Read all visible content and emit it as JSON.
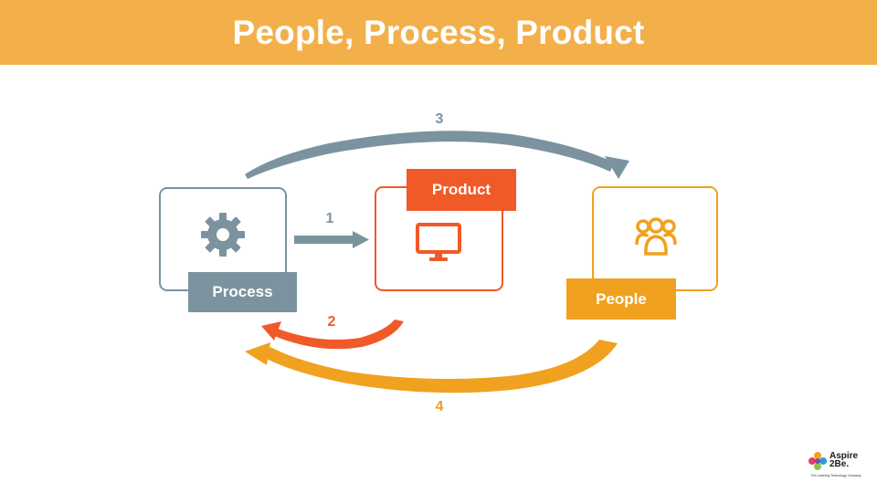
{
  "title": "People, Process, Product",
  "nodes": {
    "process": {
      "label": "Process",
      "icon": "gear-icon",
      "color": "#7b939f"
    },
    "product": {
      "label": "Product",
      "icon": "monitor-icon",
      "color": "#f05a28"
    },
    "people": {
      "label": "People",
      "icon": "people-group-icon",
      "color": "#f0a11f"
    }
  },
  "edges": [
    {
      "number": "1",
      "from": "process",
      "to": "product",
      "color": "#7b939f"
    },
    {
      "number": "2",
      "from": "product",
      "to": "process",
      "color": "#f05a28"
    },
    {
      "number": "3",
      "from": "process",
      "to": "people",
      "color": "#7b939f"
    },
    {
      "number": "4",
      "from": "people",
      "to": "process",
      "color": "#f0a11f"
    }
  ],
  "colors": {
    "header": "#f3b04a",
    "background": "#ffffff"
  },
  "logo": {
    "line1": "Aspire",
    "line2": "2Be.",
    "tagline": "The Learning Technology Company"
  }
}
